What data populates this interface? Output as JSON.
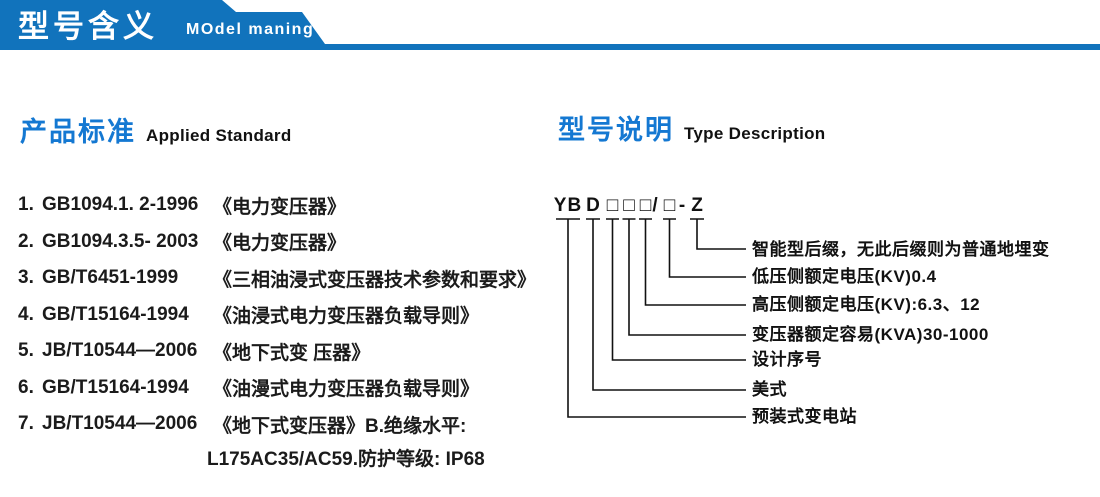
{
  "banner": {
    "title": "型号含义",
    "subtitle": "MOdel maning"
  },
  "colors": {
    "banner_blue": "#1173bc",
    "heading_blue": "#1478d2",
    "text": "#1b1b1b"
  },
  "standards": {
    "heading_zh": "产品标准",
    "heading_en": "Applied Standard",
    "items": [
      {
        "num": "1.",
        "code": "GB1094.1. 2-1996",
        "title": "《电力变压器》"
      },
      {
        "num": "2.",
        "code": "GB1094.3.5- 2003",
        "title": "《电力变压器》"
      },
      {
        "num": "3.",
        "code": "GB/T6451-1999",
        "title": "《三相油浸式变压器技术参数和要求》"
      },
      {
        "num": "4.",
        "code": "GB/T15164-1994",
        "title": "《油浸式电力变压器负载导则》"
      },
      {
        "num": "5.",
        "code": "JB/T10544—2006",
        "title": "《地下式变 压器》"
      },
      {
        "num": "6.",
        "code": "GB/T15164-1994",
        "title": "《油漫式电力变压器负载导则》"
      },
      {
        "num": "7.",
        "code": "JB/T10544—2006",
        "title": "《地下式变压器》B.绝缘水平:"
      }
    ],
    "continuation": "L175AC35/AC59.防护等级: IP68"
  },
  "model": {
    "heading_zh": "型号说明",
    "heading_en": "Type Description",
    "segments": [
      "YB",
      "D",
      "□",
      "□",
      "□",
      "/",
      "□",
      "-",
      "Z"
    ],
    "labels": [
      "智能型后缀，无此后缀则为普通地埋变",
      "低压侧额定电压(KV)0.4",
      "高压侧额定电压(KV):6.3、12",
      "变压器额定容易(KVA)30-1000",
      "设计序号",
      "美式",
      "预装式变电站"
    ]
  }
}
